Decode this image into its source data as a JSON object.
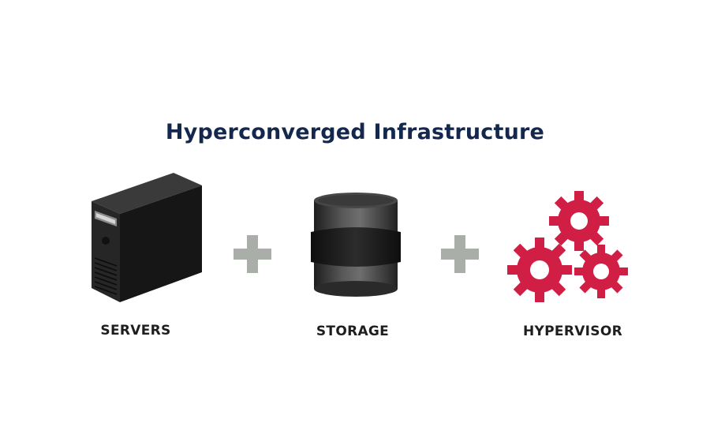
{
  "title": "Hyperconverged Infrastructure",
  "components": [
    {
      "label": "SERVERS",
      "icon": "server-tower-icon"
    },
    {
      "label": "STORAGE",
      "icon": "storage-cylinder-icon"
    },
    {
      "label": "HYPERVISOR",
      "icon": "gears-icon"
    }
  ],
  "operators": [
    "+",
    "+"
  ],
  "colors": {
    "title": "#14284e",
    "label": "#1e1e1e",
    "server": "#1a1a1a",
    "storage": "#2b2b2b",
    "gears": "#d01e45",
    "plus": "#a9aea9"
  }
}
